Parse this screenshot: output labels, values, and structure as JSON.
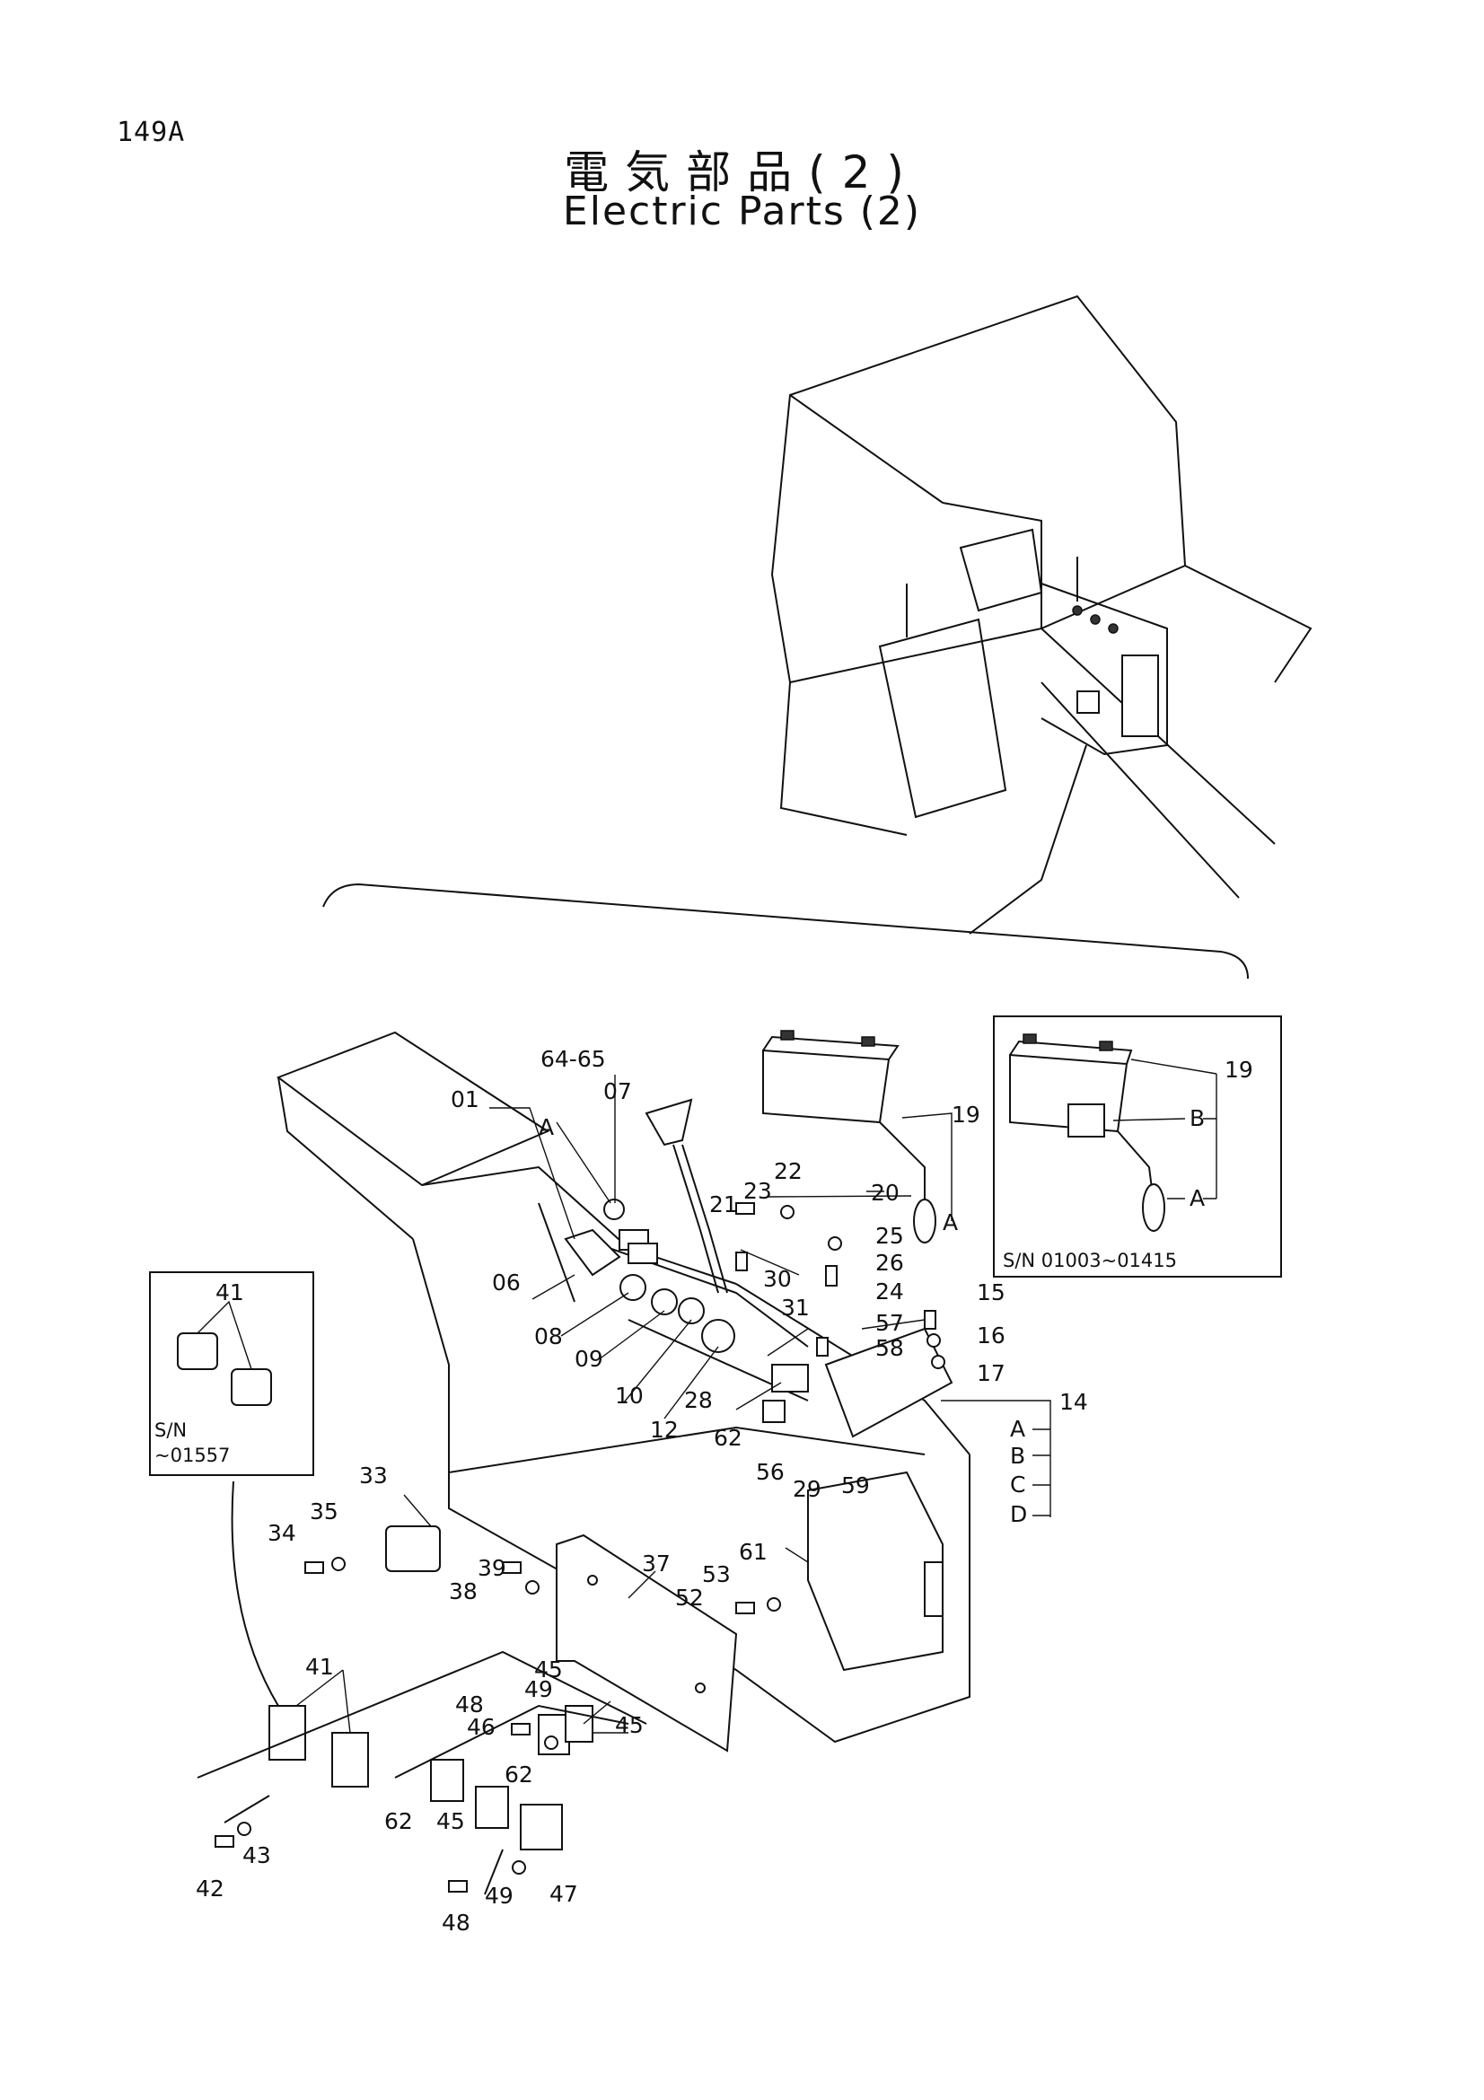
{
  "header": {
    "page_id": "149A",
    "title_jp": "電気部品(2)",
    "title_en": "Electric Parts (2)"
  },
  "callouts": {
    "c01": "01",
    "c06": "06",
    "c07": "07",
    "c08": "08",
    "c09": "09",
    "c10": "10",
    "c12": "12",
    "c14": "14",
    "c15": "15",
    "c16": "16",
    "c17": "17",
    "c19": "19",
    "c20": "20",
    "c21": "21",
    "c22": "22",
    "c23": "23",
    "c24": "24",
    "c25": "25",
    "c26": "26",
    "c28": "28",
    "c29": "29",
    "c30": "30",
    "c31": "31",
    "c33": "33",
    "c34": "34",
    "c35": "35",
    "c37": "37",
    "c38": "38",
    "c39": "39",
    "c41": "41",
    "c42": "42",
    "c43": "43",
    "c45": "45",
    "c46": "46",
    "c47": "47",
    "c48": "48",
    "c49": "49",
    "c52": "52",
    "c53": "53",
    "c56": "56",
    "c57": "57",
    "c58": "58",
    "c59": "59",
    "c61": "61",
    "c62": "62",
    "c64_65": "64-65",
    "A": "A",
    "B": "B",
    "C": "C",
    "D": "D"
  },
  "inset_right": {
    "part": "19",
    "sub_a": "A",
    "sub_b": "B",
    "serial": "S/N 01003~01415"
  },
  "inset_left": {
    "part": "41",
    "serial_line1": "S/N",
    "serial_line2": "~01557"
  }
}
